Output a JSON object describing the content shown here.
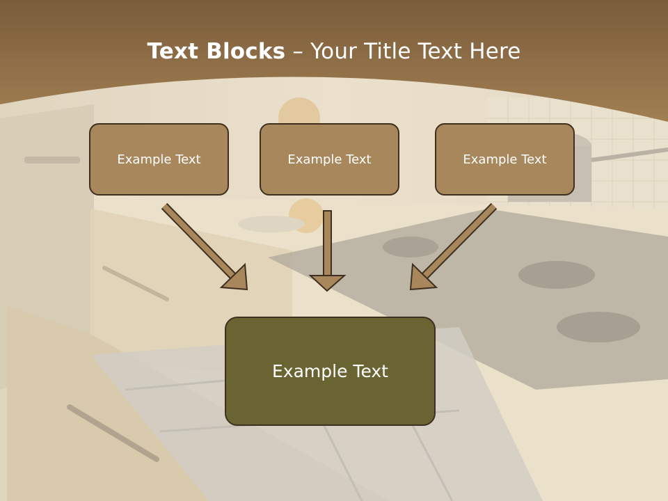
{
  "slide": {
    "title_bold": "Text Blocks",
    "title_dash": " – ",
    "title_rest": "Your Title Text Here"
  },
  "blocks": [
    {
      "label": "Example Text"
    },
    {
      "label": "Example Text"
    },
    {
      "label": "Example Text"
    }
  ],
  "main_block": {
    "label": "Example Text"
  },
  "colors": {
    "header_band": "#8e6e47",
    "small_box_fill": "#a8875d",
    "main_box_fill": "#6a6433",
    "arrow_fill": "#a8875d",
    "box_border": "#3e2f1e"
  },
  "background_image": "kitchen-stove-drawer-photo"
}
